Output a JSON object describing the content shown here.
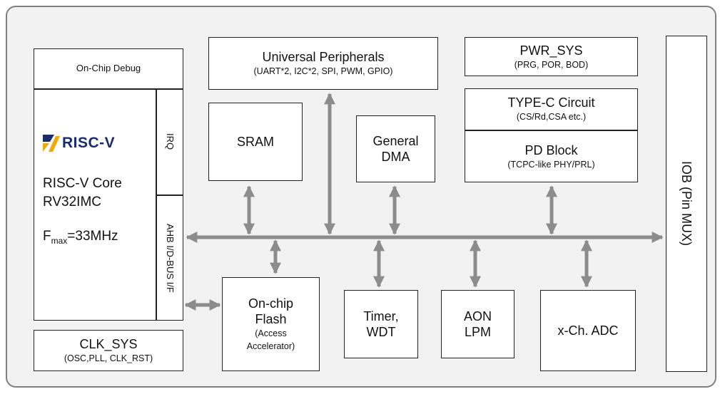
{
  "cpu": {
    "debug": "On-Chip Debug",
    "logo_text": "RISC-V",
    "core_line1": "RISC-V Core",
    "core_line2": "RV32IMC",
    "fmax_prefix": "F",
    "fmax_sub": "max",
    "fmax_value": "=33MHz",
    "irq": "IRQ",
    "bus_if": "AHB I/D-BUS I/F"
  },
  "clk": {
    "title": "CLK_SYS",
    "sub": "(OSC,PLL, CLK_RST)"
  },
  "periph": {
    "title": "Universal Peripherals",
    "sub": "(UART*2, I2C*2, SPI, PWM, GPIO)"
  },
  "sram": {
    "title": "SRAM"
  },
  "dma": {
    "line1": "General",
    "line2": "DMA"
  },
  "pwr": {
    "title": "PWR_SYS",
    "sub": "(PRG, POR, BOD)"
  },
  "typec": {
    "title": "TYPE-C Circuit",
    "sub": "(CS/Rd,CSA etc.)"
  },
  "pd": {
    "title": "PD Block",
    "sub": "(TCPC-like PHY/PRL)"
  },
  "iob": {
    "title": "IOB (Pin MUX)"
  },
  "flash": {
    "line1": "On-chip",
    "line2": "Flash",
    "sub1": "(Access",
    "sub2": "Accelerator)"
  },
  "timer": {
    "line1": "Timer,",
    "line2": "WDT"
  },
  "aon": {
    "line1": "AON",
    "line2": "LPM"
  },
  "adc": {
    "title": "x-Ch. ADC"
  },
  "colors": {
    "arrow": "#8c8c8c",
    "frame_bg": "#f2f2f2",
    "logo_blue": "#1b2c6e",
    "logo_gold": "#f2a900"
  }
}
